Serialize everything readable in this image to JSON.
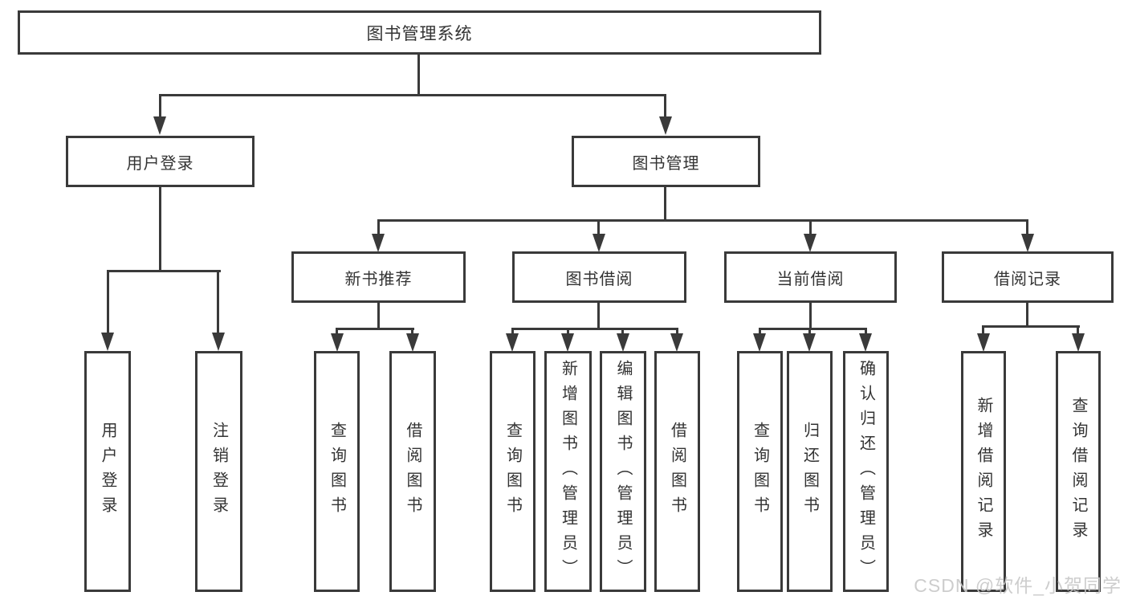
{
  "diagram_type": "hierarchy-tree",
  "colors": {
    "line": "#3a3a3a",
    "text": "#333333",
    "watermark": "#c9c9c9",
    "background": "#ffffff"
  },
  "nodes": {
    "root": {
      "label": "图书管理系统"
    },
    "user_login": {
      "label": "用户登录",
      "children": [
        {
          "label": "用户登录"
        },
        {
          "label": "注销登录"
        }
      ]
    },
    "book_management": {
      "label": "图书管理",
      "children": [
        {
          "label": "新书推荐",
          "children": [
            {
              "label": "查询图书"
            },
            {
              "label": "借阅图书"
            }
          ]
        },
        {
          "label": "图书借阅",
          "children": [
            {
              "label": "查询图书"
            },
            {
              "label": "新增图书（管理员）"
            },
            {
              "label": "编辑图书（管理员）"
            },
            {
              "label": "借阅图书"
            }
          ]
        },
        {
          "label": "当前借阅",
          "children": [
            {
              "label": "查询图书"
            },
            {
              "label": "归还图书"
            },
            {
              "label": "确认归还（管理员）"
            }
          ]
        },
        {
          "label": "借阅记录",
          "children": [
            {
              "label": "新增借阅记录"
            },
            {
              "label": "查询借阅记录"
            }
          ]
        }
      ]
    }
  },
  "watermark": {
    "text": "CSDN @软件_小贺同学"
  }
}
